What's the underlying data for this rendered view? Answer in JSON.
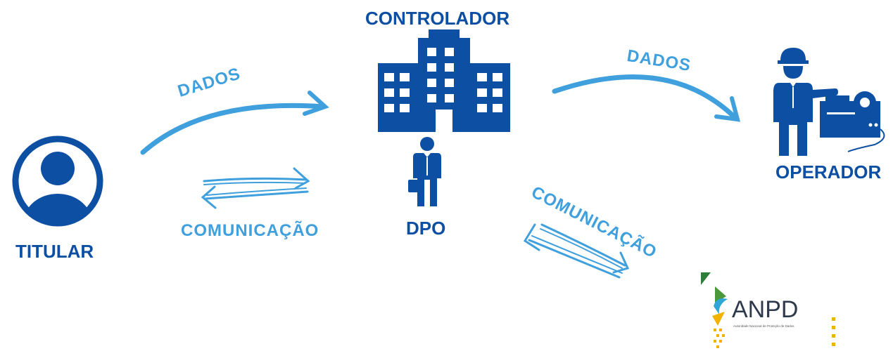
{
  "nodes": {
    "titular": "TITULAR",
    "controlador": "CONTROLADOR",
    "dpo": "DPO",
    "operador": "OPERADOR"
  },
  "flows": {
    "dados_titular_controlador": "DADOS",
    "dados_controlador_operador": "DADOS",
    "comunicacao_titular_dpo": "COMUNICAÇÃO",
    "comunicacao_dpo_anpd": "COMUNICAÇÃO"
  },
  "logo": {
    "name": "ANPD",
    "subtitle": "Autoridade Nacional de Proteção de Dados"
  },
  "colors": {
    "navy": "#0d4fa3",
    "sky": "#3fa0dd"
  }
}
